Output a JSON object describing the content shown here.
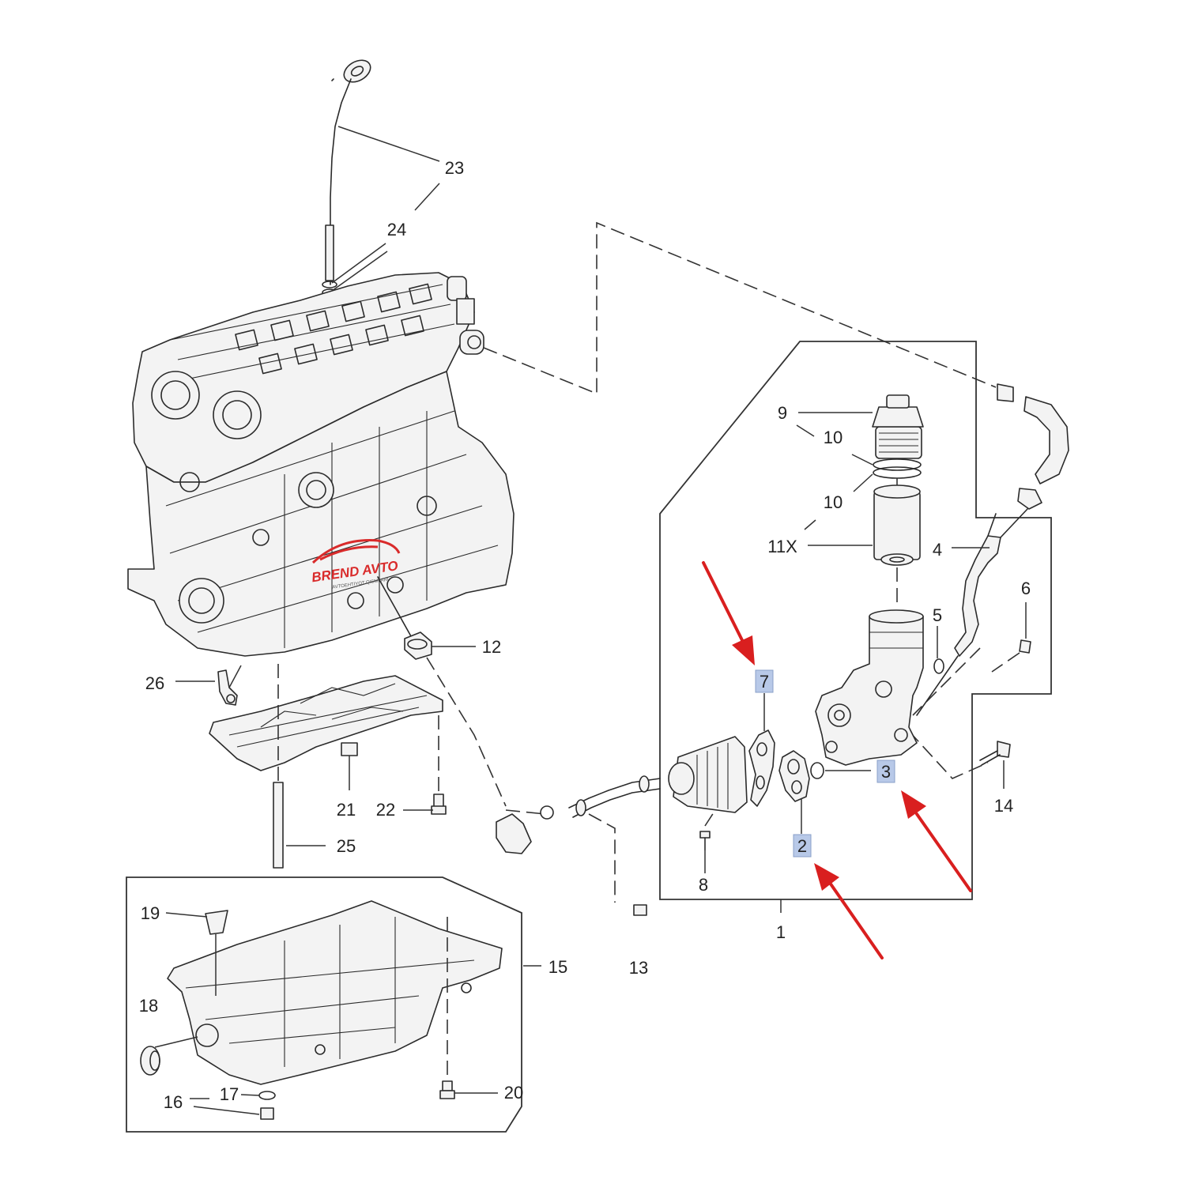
{
  "callouts": {
    "c1": "1",
    "c2": "2",
    "c3": "3",
    "c4": "4",
    "c5": "5",
    "c6": "6",
    "c7": "7",
    "c8": "8",
    "c9": "9",
    "c10a": "10",
    "c10b": "10",
    "c11": "11X",
    "c12": "12",
    "c13": "13",
    "c14": "14",
    "c15": "15",
    "c16": "16",
    "c17": "17",
    "c18": "18",
    "c19": "19",
    "c20": "20",
    "c21": "21",
    "c22": "22",
    "c23": "23",
    "c24": "24",
    "c25": "25",
    "c26": "26"
  },
  "highlighted_callouts": [
    "2",
    "3",
    "7"
  ],
  "watermark": {
    "brand": "BREND AVTO",
    "tagline": "AVTOEHTIYOT QISMLARI"
  },
  "colors": {
    "highlight_box": "#b8c9e8",
    "arrow": "#d91f1f",
    "line": "#2b2b2b"
  }
}
